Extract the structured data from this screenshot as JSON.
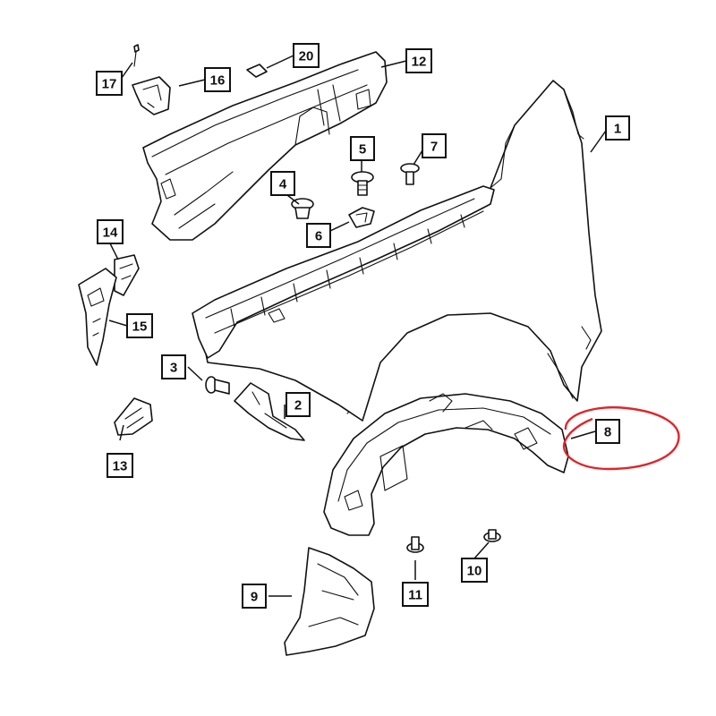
{
  "callouts": [
    {
      "label": "1"
    },
    {
      "label": "2"
    },
    {
      "label": "3"
    },
    {
      "label": "4"
    },
    {
      "label": "5"
    },
    {
      "label": "6"
    },
    {
      "label": "7"
    },
    {
      "label": "8"
    },
    {
      "label": "9"
    },
    {
      "label": "10"
    },
    {
      "label": "11"
    },
    {
      "label": "12"
    },
    {
      "label": "13"
    },
    {
      "label": "14"
    },
    {
      "label": "15"
    },
    {
      "label": "16"
    },
    {
      "label": "17"
    },
    {
      "label": "20"
    }
  ],
  "colors": {
    "line": "#111111",
    "highlight": "#e0252b",
    "background": "#ffffff"
  }
}
